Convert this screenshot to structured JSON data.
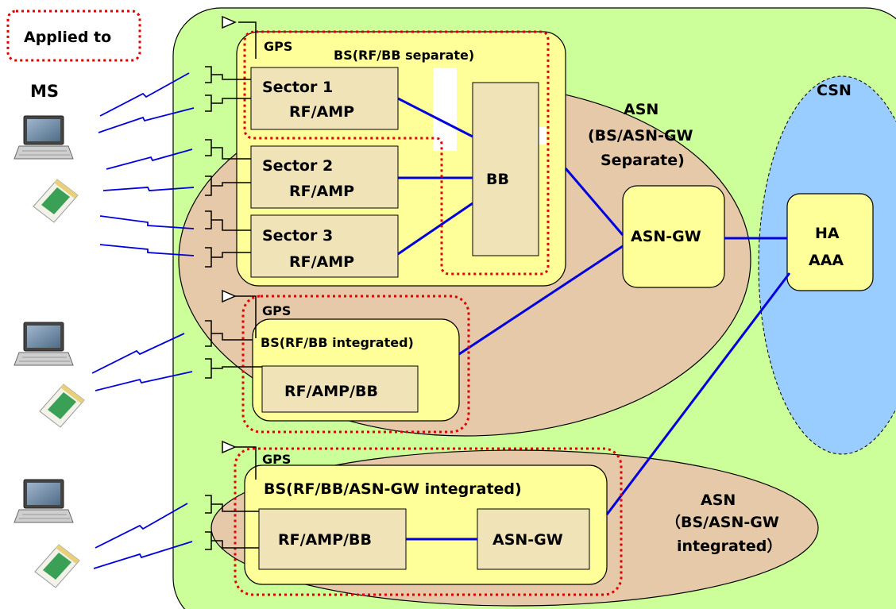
{
  "legend": {
    "label": "Applied to"
  },
  "ms": {
    "label": "MS"
  },
  "bs_separate": {
    "title": "BS(RF/BB separate)",
    "gps": "GPS",
    "sectors": [
      {
        "name": "Sector 1",
        "unit": "RF/AMP"
      },
      {
        "name": "Sector 2",
        "unit": "RF/AMP"
      },
      {
        "name": "Sector 3",
        "unit": "RF/AMP"
      }
    ],
    "bb": "BB"
  },
  "asn_separate": {
    "line1": "ASN",
    "line2": "(BS/ASN-GW",
    "line3": "Separate)"
  },
  "asn_gw": "ASN-GW",
  "csn": {
    "label": "CSN",
    "ha": "HA",
    "aaa": "AAA"
  },
  "bs_integrated": {
    "gps": "GPS",
    "title": "BS(RF/BB integrated)",
    "unit": "RF/AMP/BB"
  },
  "bs_full": {
    "gps": "GPS",
    "title": "BS(RF/BB/ASN-GW  integrated)",
    "unit": "RF/AMP/BB",
    "gw": "ASN-GW"
  },
  "asn_integrated": {
    "line1": "ASN",
    "line2": "（BS/ASN-GW",
    "line3": "integrated）"
  },
  "colors": {
    "outer_green": "#ccff99",
    "asn_tan": "#e6c9a8",
    "bs_yellow": "#ffff99",
    "box_beige": "#f1e3b8",
    "csn_blue": "#99ccff",
    "link_blue": "#0000dd",
    "dotted_red": "#e00000"
  }
}
